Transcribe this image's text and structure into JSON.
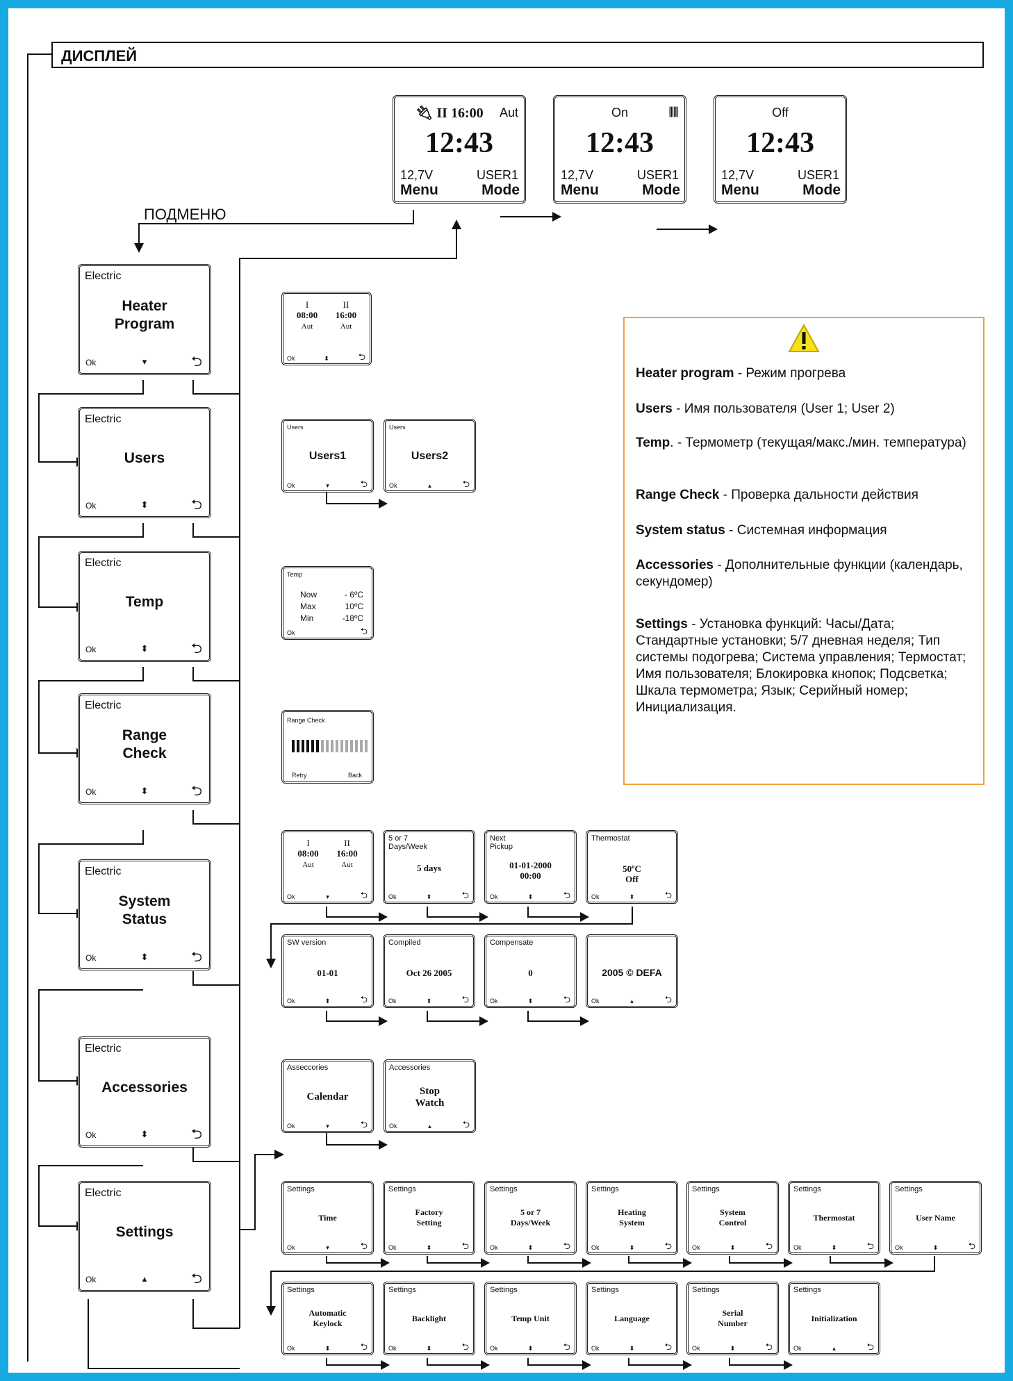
{
  "header": {
    "title": "ДИСПЛЕЙ"
  },
  "submenu_label": "ПОДМЕНЮ",
  "top_screens": [
    {
      "status": "II 16:00",
      "mode": "Aut",
      "time": "12:43",
      "voltage": "12,7V",
      "user": "USER1",
      "left_btn": "Menu",
      "right_btn": "Mode"
    },
    {
      "status": "On",
      "time": "12:43",
      "voltage": "12,7V",
      "user": "USER1",
      "left_btn": "Menu",
      "right_btn": "Mode"
    },
    {
      "status": "Off",
      "time": "12:43",
      "voltage": "12,7V",
      "user": "USER1",
      "left_btn": "Menu",
      "right_btn": "Mode"
    }
  ],
  "menu": {
    "header": "Electric",
    "ok": "Ok",
    "items": [
      {
        "title": "Heater\nProgram",
        "arrow": "▾"
      },
      {
        "title": "Users",
        "arrow": "⬍"
      },
      {
        "title": "Temp",
        "arrow": "⬍"
      },
      {
        "title": "Range\nCheck",
        "arrow": "⬍"
      },
      {
        "title": "System\nStatus",
        "arrow": "⬍"
      },
      {
        "title": "Accessories",
        "arrow": "⬍"
      },
      {
        "title": "Settings",
        "arrow": "▴"
      }
    ]
  },
  "heater_sub": {
    "col1": "I",
    "col2": "II",
    "time1": "08:00",
    "time2": "16:00",
    "mode1": "Aut",
    "mode2": "Aut",
    "ok": "Ok"
  },
  "users_sub": {
    "header": "Users",
    "user1": "Users1",
    "user2": "Users2",
    "ok": "Ok"
  },
  "temp_sub": {
    "header": "Temp",
    "rows": [
      {
        "label": "Now",
        "value": "- 6ºC"
      },
      {
        "label": "Max",
        "value": "10ºC"
      },
      {
        "label": "Min",
        "value": "-18ºC"
      }
    ],
    "ok": "Ok"
  },
  "range_sub": {
    "header": "Range Check",
    "retry": "Retry",
    "back": "Back",
    "signal_level": 0.4
  },
  "status_row1": [
    {
      "header": "",
      "col1": "I",
      "col2": "II",
      "time1": "08:00",
      "time2": "16:00",
      "mode1": "Aut",
      "mode2": "Aut"
    },
    {
      "header": "5 or 7\nDays/Week",
      "value": "5   days"
    },
    {
      "header": "Next\nPickup",
      "value": "01-01-2000\n00:00"
    },
    {
      "header": "Thermostat",
      "value": "50ºC\nOff"
    }
  ],
  "status_row2": [
    {
      "header": "SW version",
      "value": "01-01"
    },
    {
      "header": "Compiled",
      "value": "Oct 26 2005"
    },
    {
      "header": "Compensate",
      "value": "0"
    },
    {
      "header": "",
      "value": "2005 © DEFA"
    }
  ],
  "accessories_sub": [
    {
      "header": "Asseccories",
      "value": "Calendar"
    },
    {
      "header": "Accessories",
      "value": "Stop\nWatch"
    }
  ],
  "settings_row1": [
    "Time",
    "Factory\nSetting",
    "5 or 7\nDays/Week",
    "Heating\nSystem",
    "System\nControl",
    "Thermostat",
    "User Name"
  ],
  "settings_row2": [
    "Automatic\nKeylock",
    "Backlight",
    "Temp Unit",
    "Language",
    "Serial\nNumber",
    "Initialization"
  ],
  "settings_header": "Settings",
  "legend": [
    {
      "term": "Heater program",
      "text": " - Режим прогрева"
    },
    {
      "term": "Users",
      "text": " - Имя пользователя  (User 1; User 2)"
    },
    {
      "term": "Temp",
      "text": ". - Термометр (текущая/макс./мин. температура)"
    },
    {
      "term": "Range Check",
      "text": " - Проверка дальности действия"
    },
    {
      "term": "System status",
      "text": " - Системная информация"
    },
    {
      "term": "Accessories",
      "text": " - Дополнительные функции (календарь, секундомер)"
    },
    {
      "term": "Settings",
      "text": " - Установка функций: Часы/Дата; Стандартные установки; 5/7 дневная неделя; Тип системы подогрева; Система управления; Термостат; Имя пользователя; Блокировка кнопок; Подсветка; Шкала термометра; Язык; Серийный номер; Инициализация."
    }
  ],
  "colors": {
    "frame": "#17a9e1",
    "warning_border": "#f0a040",
    "warning_icon": "#f7e21a"
  }
}
